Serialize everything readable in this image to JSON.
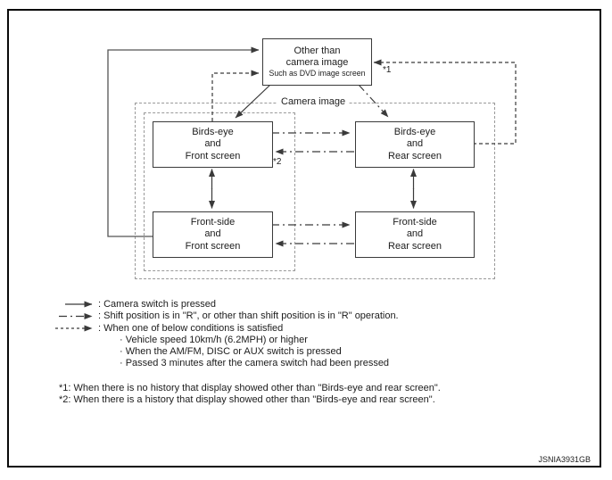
{
  "figure": {
    "id_label": "JSNIA3931GB"
  },
  "diagram": {
    "top_box": {
      "line1": "Other than",
      "line2": "camera image",
      "line3": "Such as DVD image screen"
    },
    "group_label": "Camera image",
    "boxes": {
      "birdseye_front": "Birds-eye\nand\nFront screen",
      "birdseye_rear": "Birds-eye\nand\nRear screen",
      "frontside_front": "Front-side\nand\nFront screen",
      "frontside_rear": "Front-side\nand\nRear screen"
    },
    "note_refs": {
      "ref1": "*1",
      "ref2": "*2"
    }
  },
  "legend": {
    "items": [
      {
        "style": "solid",
        "text": ": Camera switch is pressed"
      },
      {
        "style": "dash-dot",
        "text": ": Shift position is in \"R\", or other than shift position is in \"R\" operation."
      },
      {
        "style": "dashed",
        "text": ": When one of below conditions is satisfied"
      }
    ],
    "conditions": [
      "· Vehicle speed 10km/h (6.2MPH) or higher",
      "· When the AM/FM, DISC or AUX switch is pressed",
      "· Passed 3 minutes after the camera switch had been pressed"
    ]
  },
  "footnotes": [
    "*1: When there is no history that display showed other than \"Birds-eye and rear screen\".",
    "*2: When there is a history that display showed other than \"Birds-eye and rear screen\"."
  ],
  "colors": {
    "line": "#3a3a3a",
    "feedback_line": "#555555",
    "dashed_container": "#999999",
    "frame": "#0a0a0a",
    "background": "#ffffff"
  }
}
